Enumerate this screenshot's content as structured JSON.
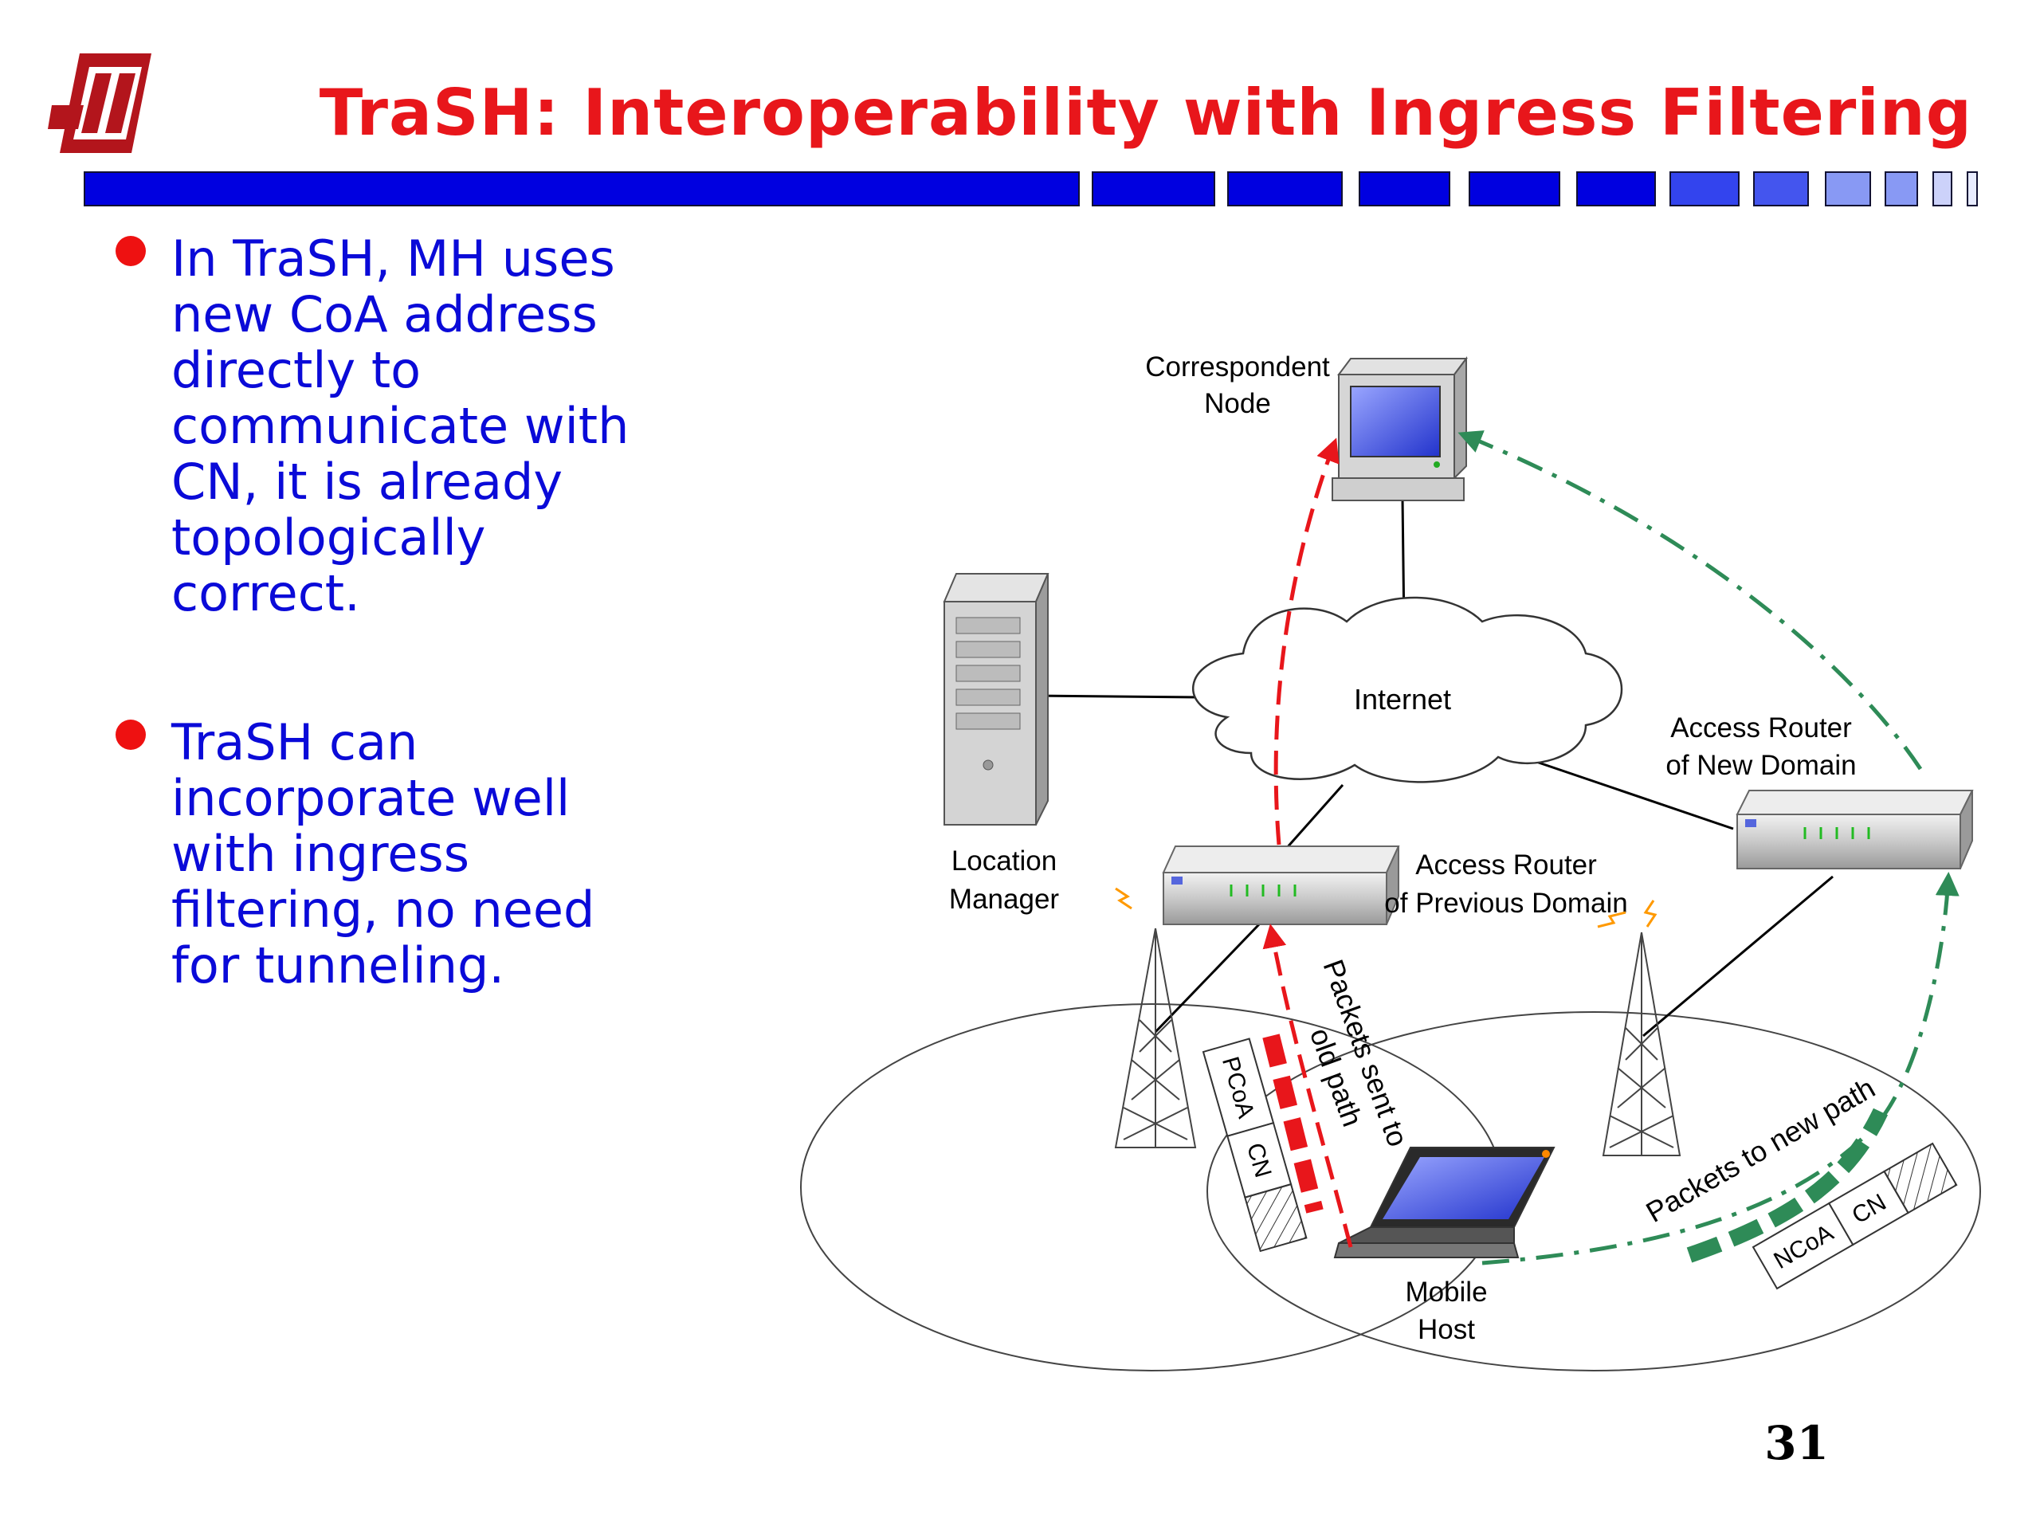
{
  "slide": {
    "title": "TraSH: Interoperability with Ingress Filtering",
    "page_number": "31",
    "colors": {
      "title": "#e8161b",
      "bullet_text": "#0a0ad8",
      "bar": "#0000e0",
      "old_path": "#e8161b",
      "new_path": "#2e8b57"
    }
  },
  "bullets": [
    {
      "text": "In TraSH, MH uses\nnew CoA address\ndirectly to\ncommunicate with\nCN, it is already\ntopologically\ncorrect."
    },
    {
      "text": "TraSH can\nincorporate well\nwith ingress\nfiltering, no need\nfor tunneling."
    }
  ],
  "diagram": {
    "nodes": {
      "correspondent_node": [
        "Correspondent",
        "Node"
      ],
      "internet": "Internet",
      "location_manager": [
        "Location",
        "Manager"
      ],
      "access_router_prev": [
        "Access Router",
        "of Previous Domain"
      ],
      "access_router_new": [
        "Access Router",
        "of New Domain"
      ],
      "mobile_host": [
        "Mobile",
        "Host"
      ]
    },
    "old_path_label": [
      "Packets sent to",
      "old path"
    ],
    "new_path_label": "Packets to new path",
    "old_packet_fields": [
      "PCoA",
      "CN"
    ],
    "new_packet_fields": [
      "NCoA",
      "CN"
    ]
  }
}
